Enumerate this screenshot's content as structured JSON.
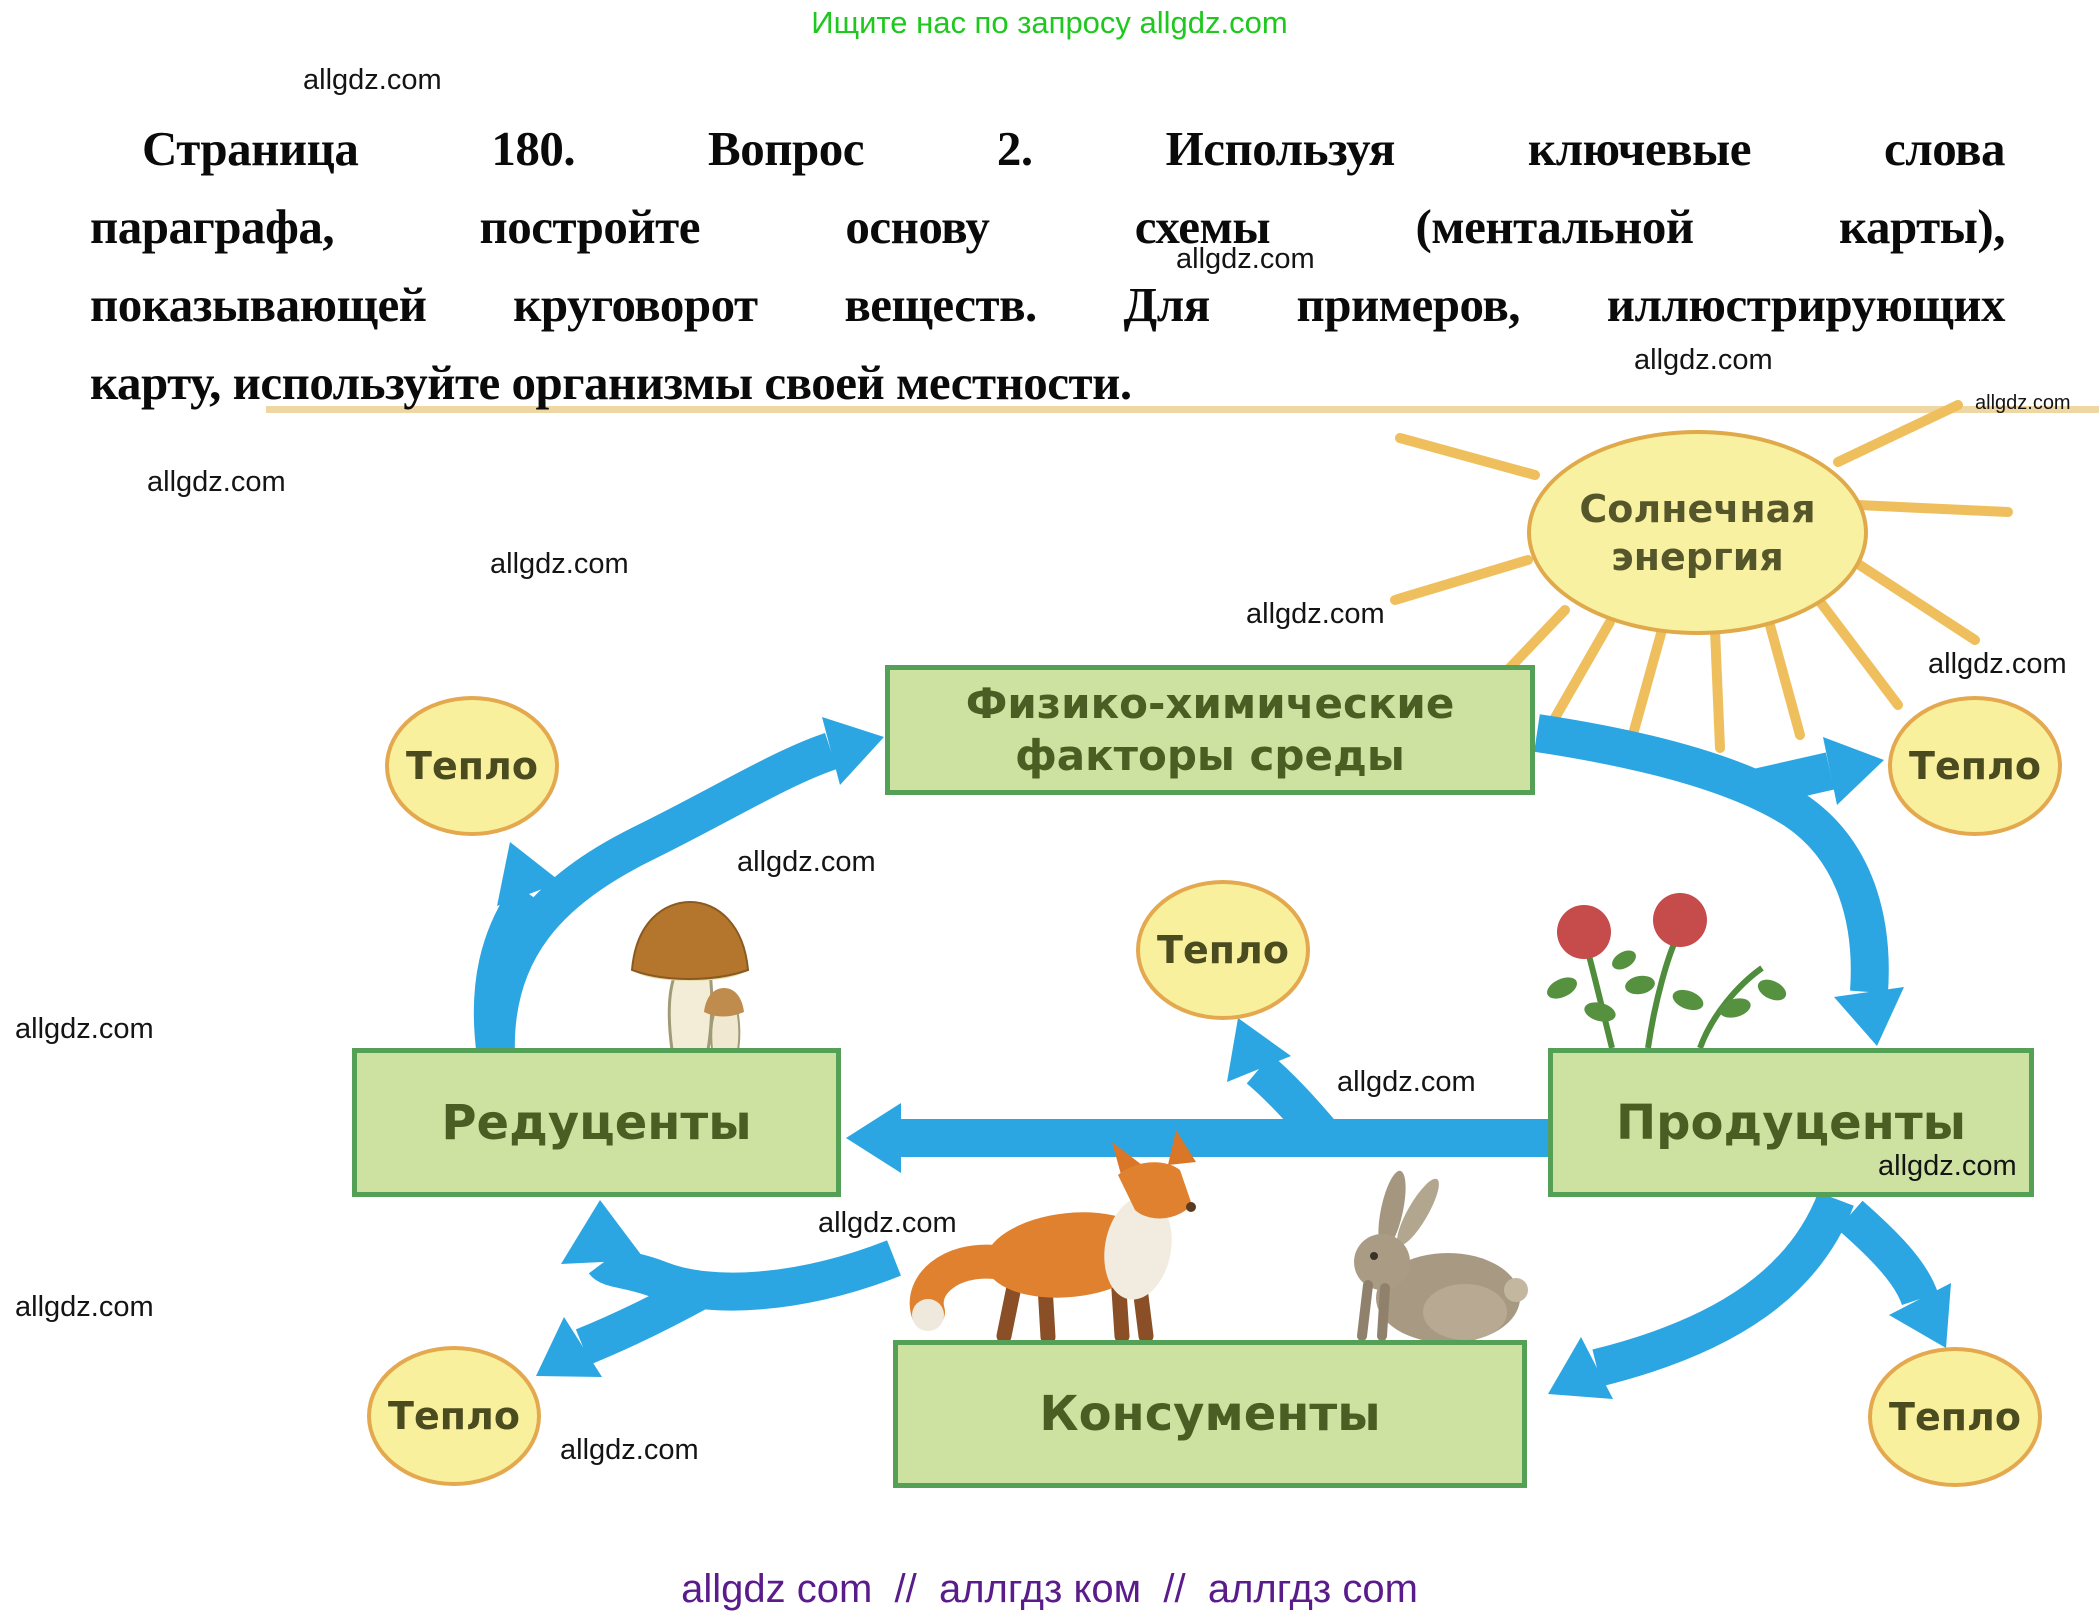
{
  "header": {
    "promo": "Ищите нас по запросу allgdz.com"
  },
  "watermark": "allgdz.com",
  "question": {
    "line1": "Страница 180. Вопрос 2. Используя ключевые слова",
    "line2": "параграфа, постройте основу схемы (ментальной карты),",
    "line3": "показывающей круговорот веществ. Для примеров, иллюстрирующих",
    "line4": "карту, используйте организмы своей местности."
  },
  "diagram": {
    "sun": {
      "line1": "Солнечная",
      "line2": "энергия"
    },
    "factors": {
      "line1": "Физико-химические",
      "line2": "факторы среды"
    },
    "reducers_label": "Редуценты",
    "producers_label": "Продуценты",
    "consumers_label": "Консументы",
    "heat_label": "Тепло",
    "colors": {
      "arrow_blue": "#2ba6e2",
      "box_fill": "#cde2a0",
      "box_border": "#55a057",
      "box_text": "#4a5e23",
      "heat_fill": "#f9f09e",
      "heat_border": "#e4a84e",
      "sun_fill": "#f8f1a1",
      "sun_border": "#e0a94a",
      "promo_green": "#1ec81e",
      "footer_purple": "#5a1b8b",
      "divider_tan": "#eed7a3"
    }
  },
  "footer": {
    "text": "allgdz com  //  аллгдз ком  //  аллгдз com"
  }
}
